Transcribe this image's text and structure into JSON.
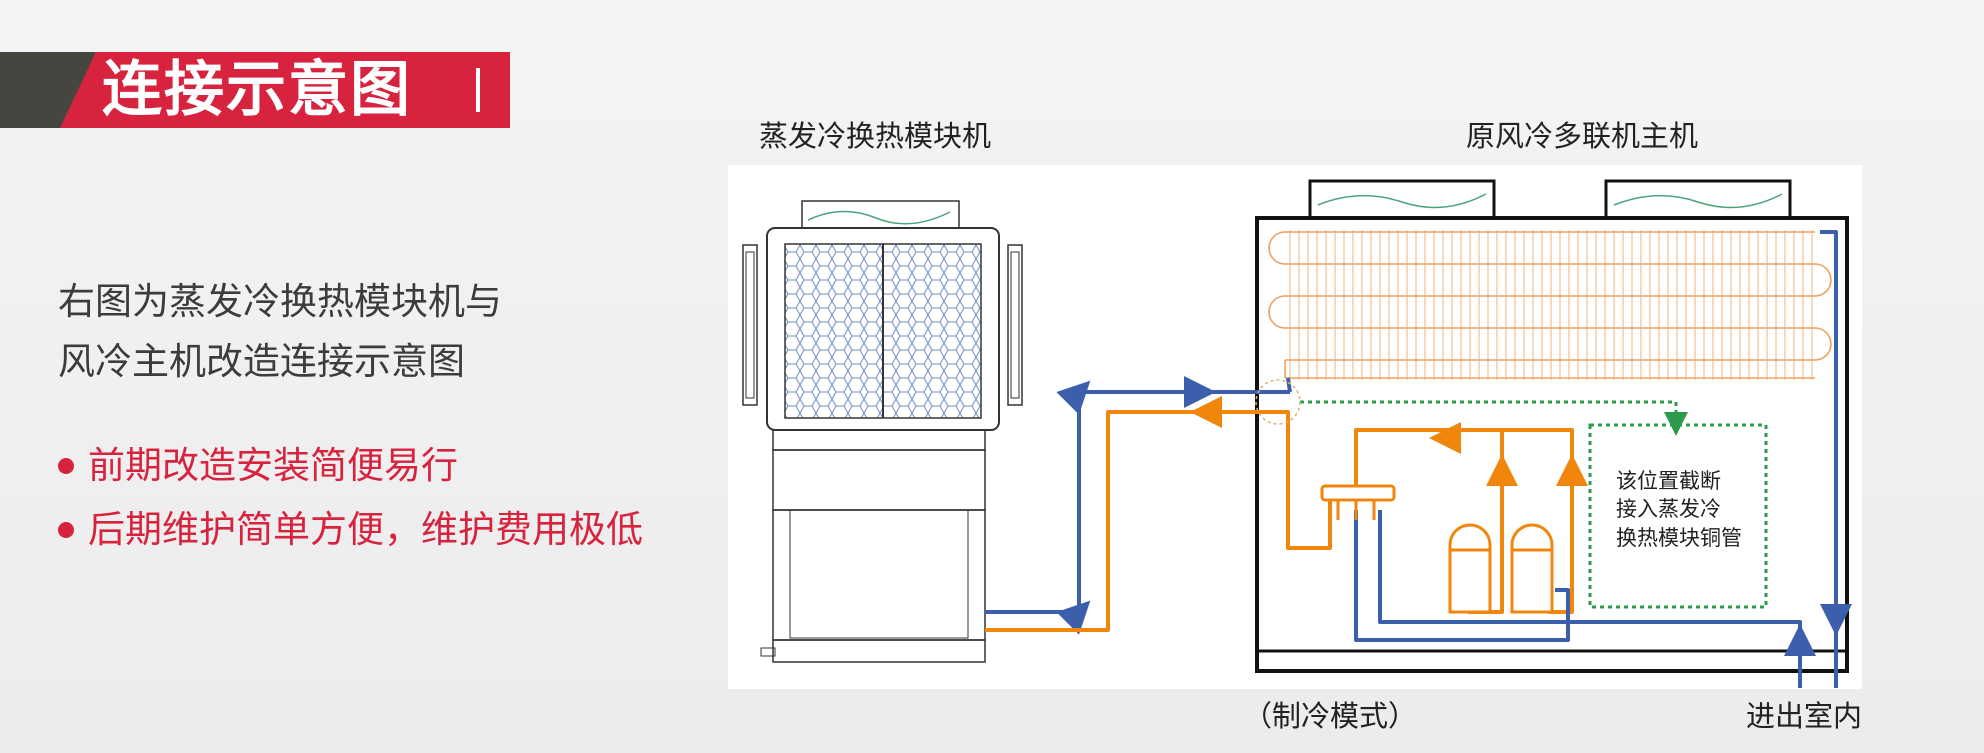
{
  "title": "连接示意图",
  "intro": {
    "line1": "右图为蒸发冷换热模块机与",
    "line2": "风冷主机改造连接示意图"
  },
  "bullets": [
    "前期改造安装简便易行",
    "后期维护简单方便，维护费用极低"
  ],
  "diagram": {
    "left_unit_label": "蒸发冷换热模块机",
    "right_unit_label": "原风冷多联机主机",
    "note_lines": [
      "该位置截断",
      "接入蒸发冷",
      "换热模块铜管"
    ],
    "mode_label": "（制冷模式）",
    "indoor_label": "进出室内"
  },
  "colors": {
    "accent_red": "#d8233f",
    "dark_block": "#44463f",
    "pipe_blue": "#3b5fab",
    "pipe_orange": "#f0870c",
    "dashed_green": "#2e9a4c"
  }
}
